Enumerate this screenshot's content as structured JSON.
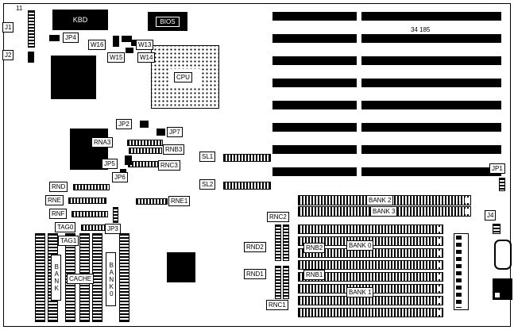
{
  "diagram": {
    "note": "11",
    "part_number": "34 185"
  },
  "chips": {
    "kbd": "KBD",
    "bios": "BIOS",
    "cpu": "CPU"
  },
  "connectors": {
    "j1": "J1",
    "j2": "J2",
    "j4": "J4"
  },
  "jumpers": {
    "jp1": "JP1",
    "jp2": "JP2",
    "jp3": "JP3",
    "jp4": "JP4",
    "jp5": "JP5",
    "jp6": "JP6",
    "jp7": "JP7",
    "w13": "W13",
    "w14": "W14",
    "w15": "W15",
    "w16": "W16"
  },
  "slots": {
    "sl1": "SL1",
    "sl2": "SL2"
  },
  "resistor_networks": {
    "rna3": "RNA3",
    "rnb3": "RNB3",
    "rnc3": "RNC3",
    "rnd": "RND",
    "rne": "RNE",
    "rne1": "RNE1",
    "rnf": "RNF",
    "rnb1": "RNB1",
    "rnb2": "RNB2",
    "rnc1": "RNC1",
    "rnc2": "RNC2",
    "rnd1": "RND1",
    "rnd2": "RND2"
  },
  "memory_banks": {
    "bank0": "BANK 0",
    "bank1": "BANK 1",
    "bank2": "BANK 2",
    "bank3": "BANK 3"
  },
  "cache_area": {
    "tag0": "TAG0",
    "tag1": "TAG1",
    "bank_label_left": "BANK",
    "cache_label": "CACHE",
    "bank_label_right": "BANK0"
  }
}
